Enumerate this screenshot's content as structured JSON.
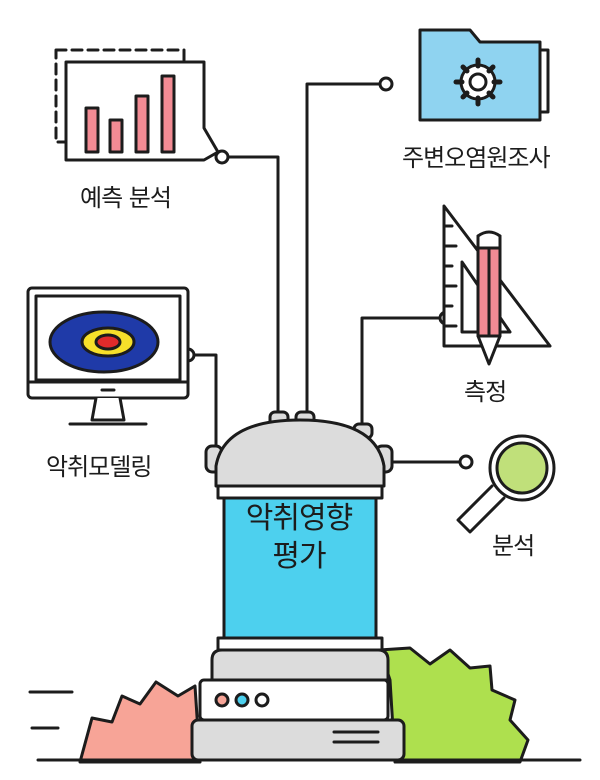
{
  "diagram": {
    "center_title_line1": "악취영향",
    "center_title_line2": "평가",
    "nodes": {
      "predict": {
        "label": "예측 분석",
        "icon": "bar-chart-icon"
      },
      "survey": {
        "label": "주변오염원조사",
        "icon": "folder-gear-icon"
      },
      "model": {
        "label": "악취모델링",
        "icon": "monitor-heatmap-icon"
      },
      "measure": {
        "label": "측정",
        "icon": "ruler-pencil-icon"
      },
      "analysis": {
        "label": "분석",
        "icon": "magnifier-icon"
      }
    }
  },
  "colors": {
    "outline": "#1c1c1c",
    "cyan": "#4dd0ee",
    "pink": "#f28b94",
    "folder_blue": "#8fd3f0",
    "gear_salmon": "#f7a497",
    "gear_green": "#aee04e",
    "lens_green": "#c0e07a",
    "machine_gray": "#dcdcdc",
    "dark_blue": "#1f3aa8",
    "yellow": "#f7e02a",
    "red": "#e02b2b"
  }
}
